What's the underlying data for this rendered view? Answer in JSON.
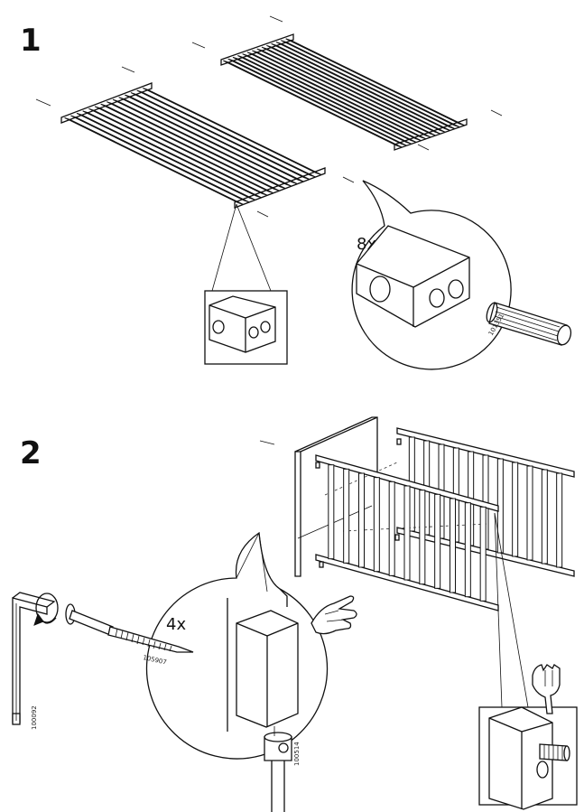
{
  "steps": [
    {
      "number": "1",
      "detail_quantity": "8x",
      "part_code": "101351"
    },
    {
      "number": "2",
      "detail_quantity": "4x",
      "bolt_code": "105907",
      "key_code": "100092",
      "nut_code": "100514"
    }
  ],
  "icons": [
    "rotate-arrow-icon",
    "pointing-hand-icon",
    "pointing-hand-icon"
  ]
}
